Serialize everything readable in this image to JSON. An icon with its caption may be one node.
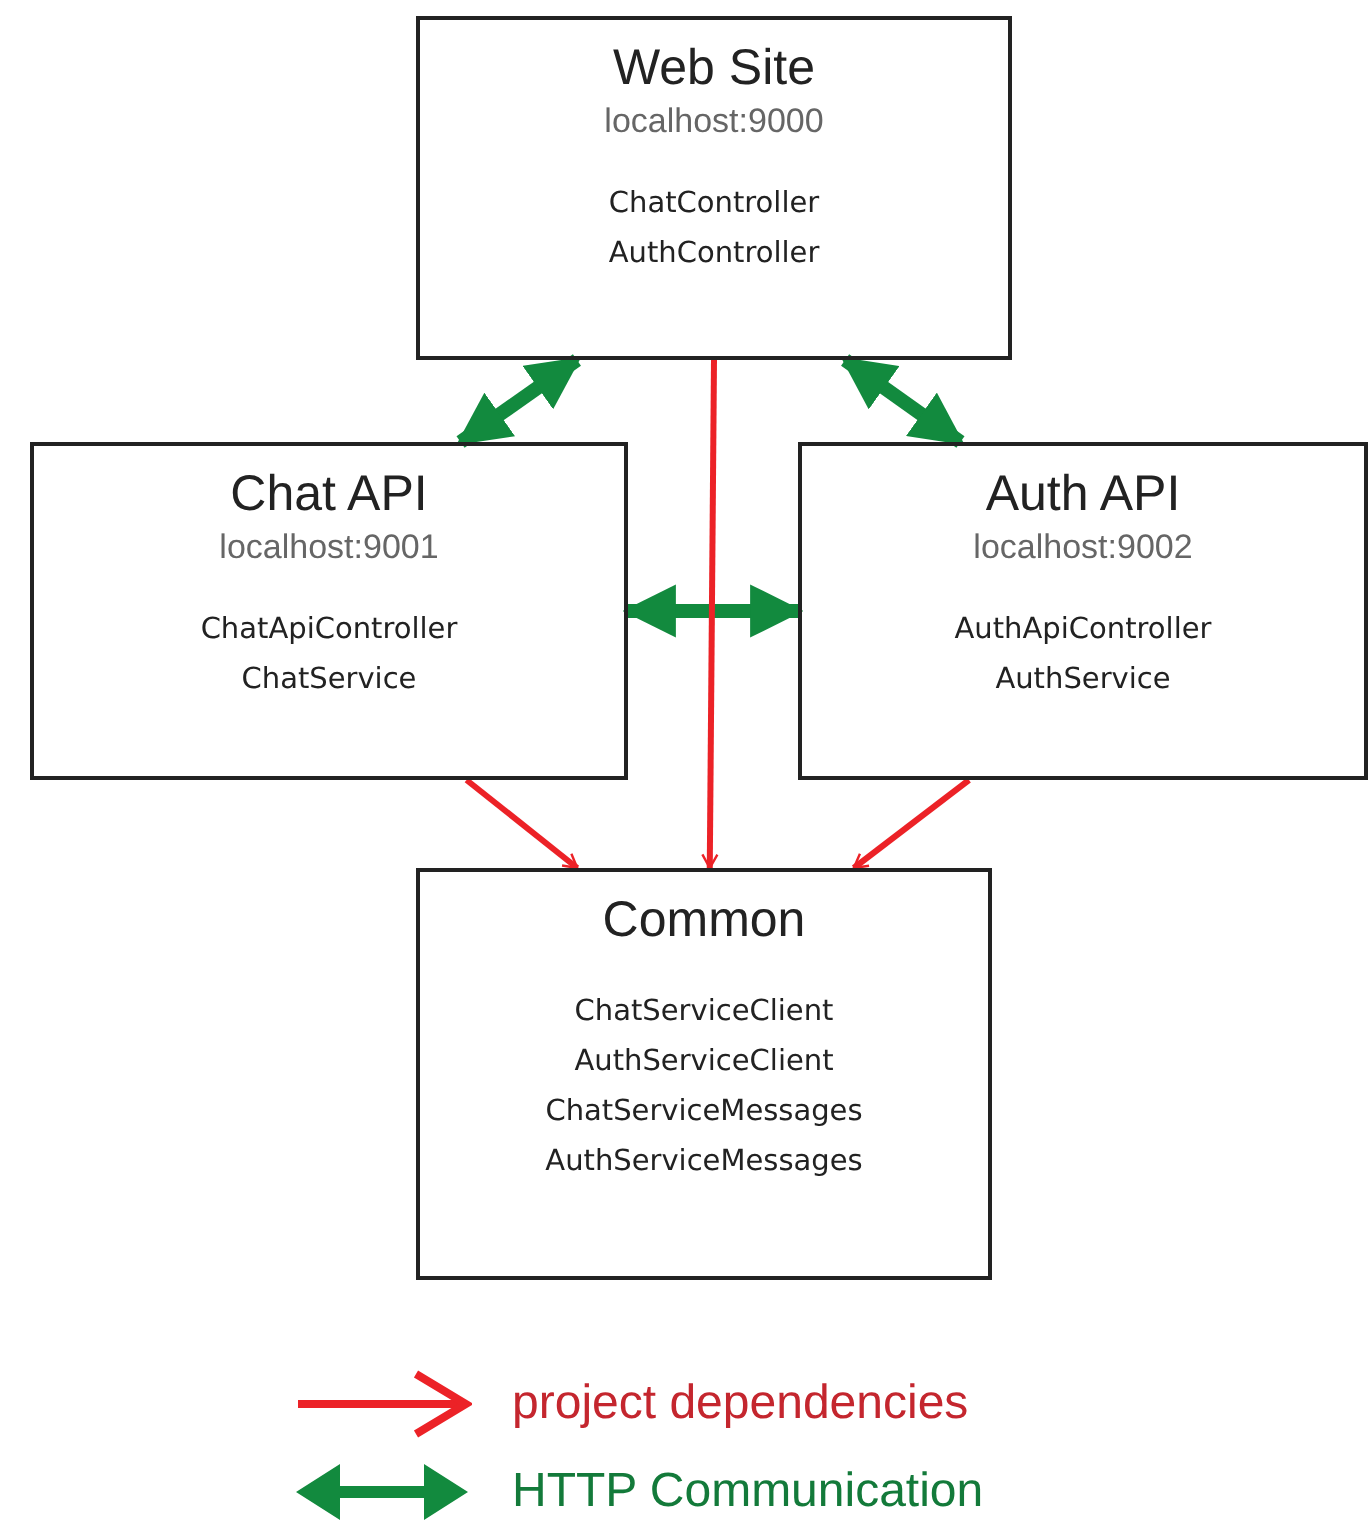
{
  "diagram": {
    "nodes": [
      {
        "text": [
          "Web Site",
          "localhost:9000",
          "ChatController",
          "AuthController"
        ]
      },
      {
        "text": [
          "Chat API",
          "localhost:9001",
          "ChatApiController",
          "ChatService"
        ]
      },
      {
        "text": [
          "Auth API",
          "localhost:9002",
          "AuthApiController",
          "AuthService"
        ]
      },
      {
        "text": [
          "Common",
          "ChatServiceClient",
          "AuthServiceClient",
          "ChatServiceMessages",
          "AuthServiceMessages"
        ]
      }
    ],
    "edges": [
      {
        "from": 0,
        "to": 1,
        "arrow": "both",
        "style": "thick",
        "color": "#128a3e"
      },
      {
        "from": 0,
        "to": 2,
        "arrow": "both",
        "style": "thick",
        "color": "#128a3e"
      },
      {
        "from": 1,
        "to": 2,
        "arrow": "both",
        "style": "thick",
        "color": "#128a3e"
      },
      {
        "from": 0,
        "to": 3,
        "arrow": "to",
        "color": "#ec2227"
      },
      {
        "from": 1,
        "to": 3,
        "arrow": "to",
        "color": "#ec2227"
      },
      {
        "from": 2,
        "to": 3,
        "arrow": "to",
        "color": "#ec2227"
      }
    ],
    "legend": [
      {
        "text": "project dependencies"
      },
      {
        "text": "HTTP Communication"
      }
    ]
  }
}
